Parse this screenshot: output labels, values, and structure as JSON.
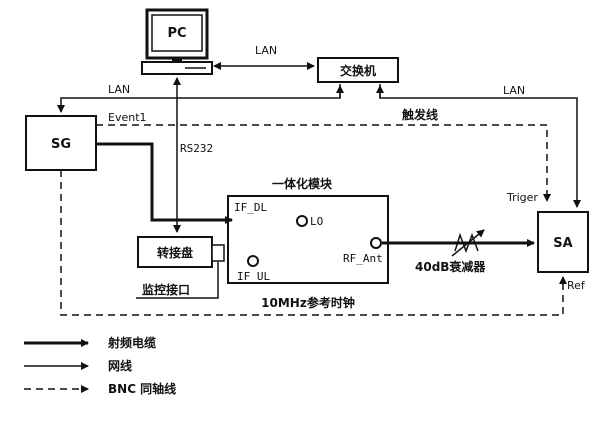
{
  "diagram": {
    "nodes": {
      "pc": "PC",
      "switch": "交换机",
      "sg": "SG",
      "module": "一体化模块",
      "adapter": "转接盘",
      "sa": "SA"
    },
    "ports": {
      "if_dl": "IF_DL",
      "lo": "LO",
      "if_ul": "IF_UL",
      "rf_ant": "RF_Ant"
    },
    "edge_labels": {
      "lan_pc_switch": "LAN",
      "lan_sg": "LAN",
      "lan_sa": "LAN",
      "event1": "Event1",
      "trigger_line": "触发线",
      "rs232": "RS232",
      "attenuator": "40dB衰减器",
      "triger": "Triger",
      "ref": "Ref",
      "monitor_port": "监控接口",
      "ref_clock": "10MHz参考时钟"
    },
    "legend": [
      {
        "style": "thick-solid",
        "label": "射频电缆"
      },
      {
        "style": "thin-solid",
        "label": "网线"
      },
      {
        "style": "dashed",
        "label": "BNC 同轴线"
      }
    ]
  }
}
